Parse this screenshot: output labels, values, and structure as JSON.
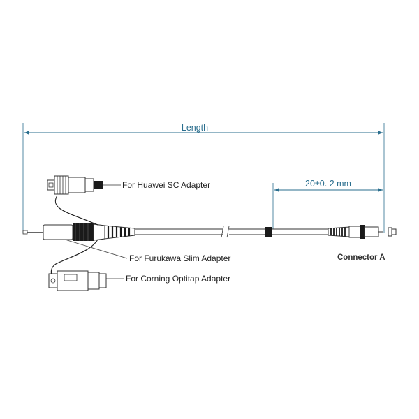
{
  "dimensions": {
    "length_label": "Length",
    "tolerance_label": "20±0. 2 mm"
  },
  "callouts": {
    "huawei": "For Huawei SC Adapter",
    "furukawa": "For Furukawa Slim Adapter",
    "corning": "For Corning Optitap Adapter"
  },
  "connector_label": "Connector A",
  "colors": {
    "dimension": "#2a6e8e",
    "outline": "#333333",
    "dark_part": "#1a1a1a"
  }
}
